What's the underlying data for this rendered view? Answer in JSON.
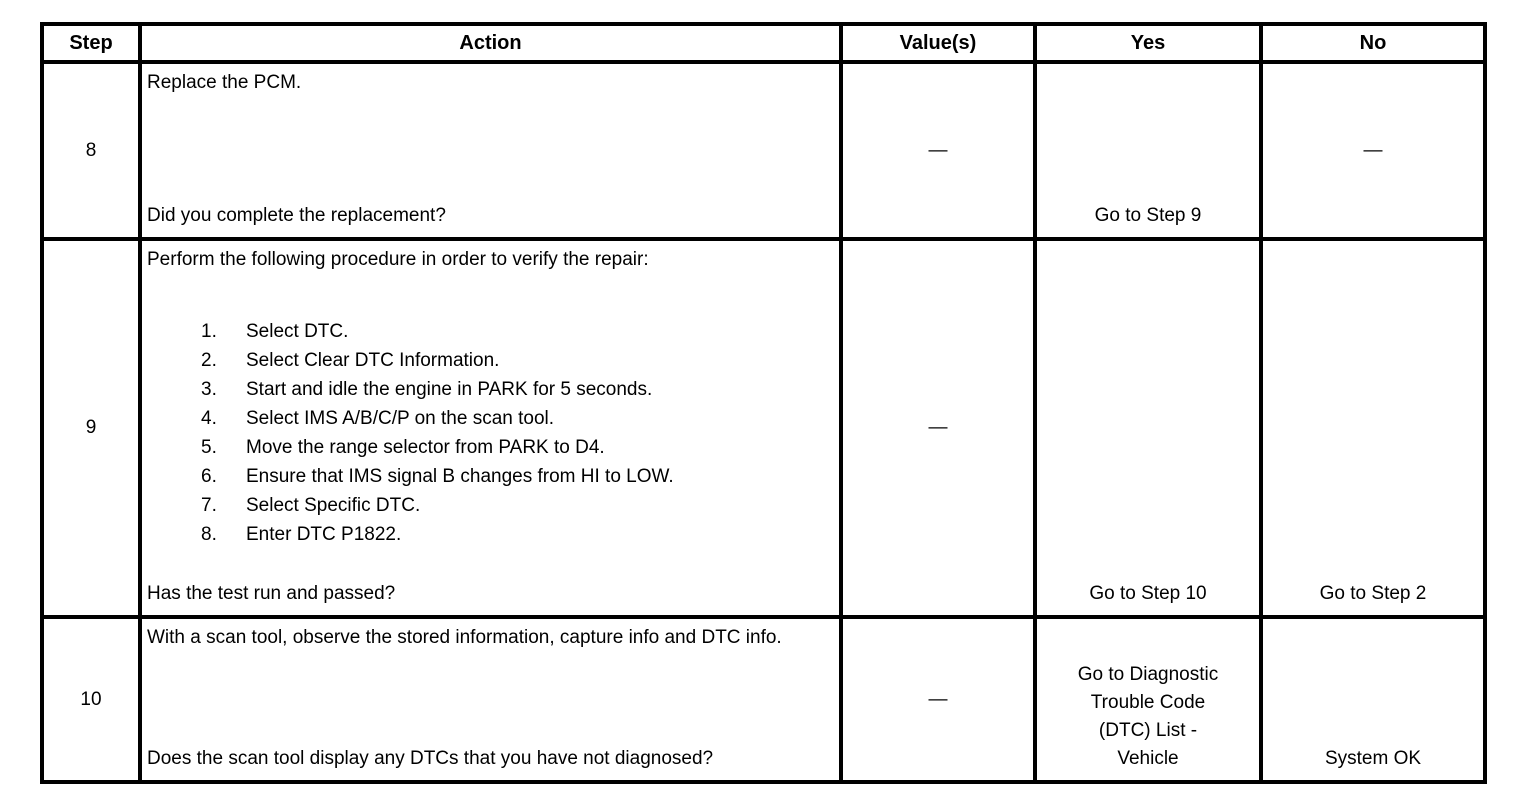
{
  "table": {
    "headers": {
      "step": "Step",
      "action": "Action",
      "values": "Value(s)",
      "yes": "Yes",
      "no": "No"
    },
    "rows": [
      {
        "step": "8",
        "action_intro": "Replace the PCM.",
        "action_question": "Did you complete the replacement?",
        "value": "—",
        "yes": "Go to Step 9",
        "no": "—"
      },
      {
        "step": "9",
        "action_intro": "Perform the following procedure in order to verify the repair:",
        "list": [
          {
            "num": "1.",
            "text": "Select DTC."
          },
          {
            "num": "2.",
            "text": "Select Clear DTC Information."
          },
          {
            "num": "3.",
            "text": "Start and idle the engine in PARK for 5 seconds."
          },
          {
            "num": "4.",
            "text": "Select IMS A/B/C/P on the scan tool."
          },
          {
            "num": "5.",
            "text": "Move the range selector from PARK to D4."
          },
          {
            "num": "6.",
            "text": "Ensure that IMS signal B changes from HI to LOW."
          },
          {
            "num": "7.",
            "text": "Select Specific DTC."
          },
          {
            "num": "8.",
            "text": "Enter DTC P1822."
          }
        ],
        "action_question": "Has the test run and passed?",
        "value": "—",
        "yes": "Go to Step 10",
        "no": "Go to Step 2"
      },
      {
        "step": "10",
        "action_intro": "With a scan tool, observe the stored information, capture info and DTC info.",
        "action_question": "Does the scan tool display any DTCs that you have not diagnosed?",
        "value": "—",
        "yes": "Go to Diagnostic\nTrouble Code\n(DTC) List -\nVehicle",
        "no": "System OK"
      }
    ]
  }
}
